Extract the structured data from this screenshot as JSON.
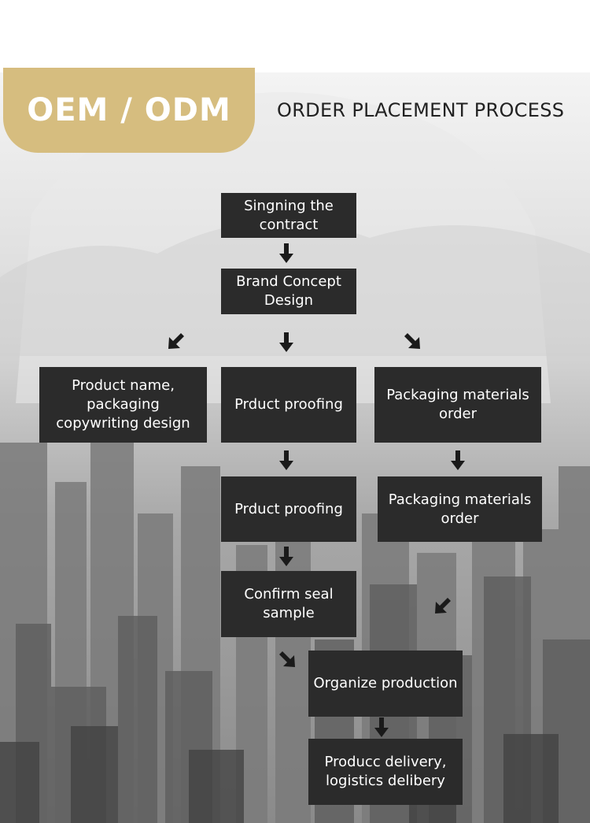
{
  "header": {
    "badge": "OEM / ODM",
    "title": "ORDER PLACEMENT PROCESS"
  },
  "colors": {
    "badge": "#d6bd7f",
    "box": "#2b2b2b",
    "box_text": "#ffffff",
    "arrow": "#1a1a1a"
  },
  "steps": [
    "Singning the contract",
    "Brand Concept Design",
    "Product name, packaging copywriting design",
    "Prduct proofing",
    "Packaging materials order",
    "Prduct proofing",
    "Packaging materials order",
    "Confirm seal sample",
    "Organize production",
    "Producc delivery, logistics delibery"
  ]
}
